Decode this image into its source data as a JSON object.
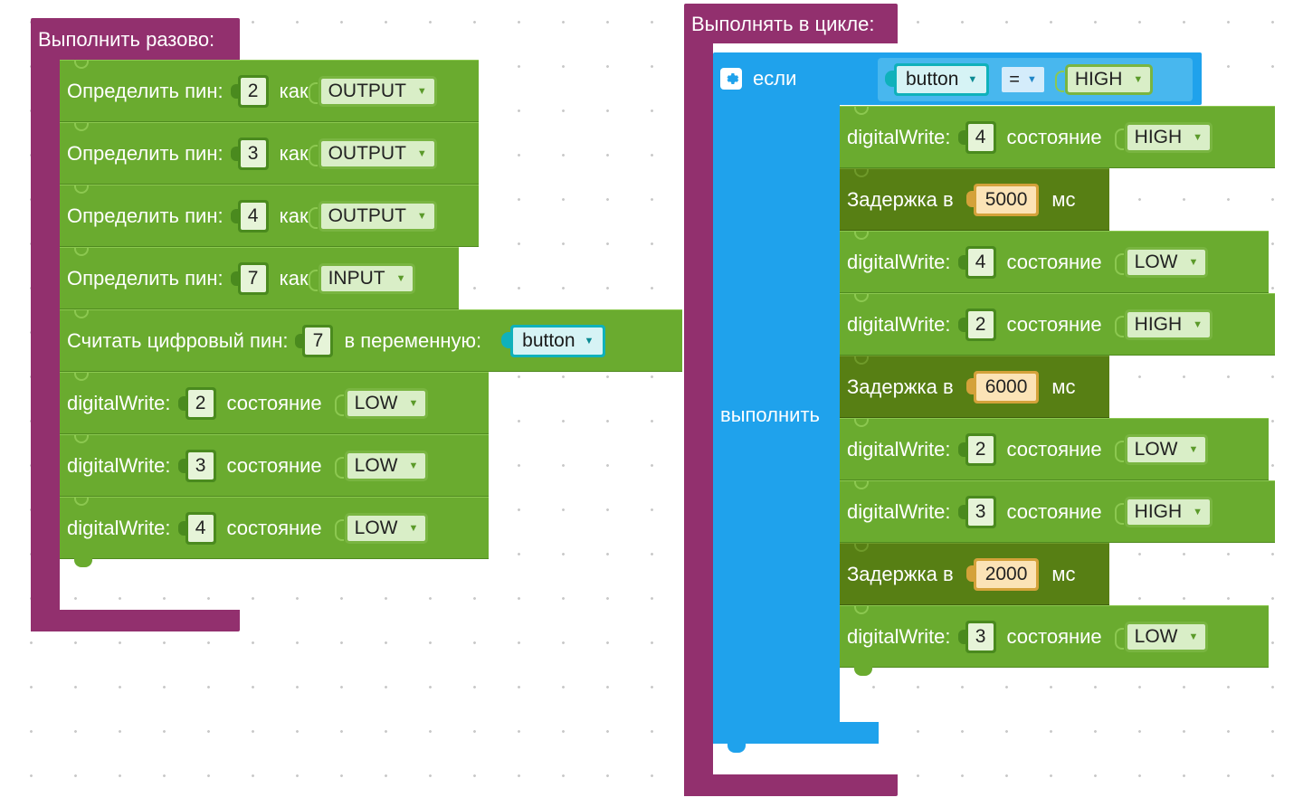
{
  "setup_block": {
    "title": "Выполнить разово:",
    "rows": [
      {
        "type": "pin",
        "label": "Определить пин:",
        "pin": "2",
        "conj": "как",
        "mode": "OUTPUT"
      },
      {
        "type": "pin",
        "label": "Определить пин:",
        "pin": "3",
        "conj": "как",
        "mode": "OUTPUT"
      },
      {
        "type": "pin",
        "label": "Определить пин:",
        "pin": "4",
        "conj": "как",
        "mode": "OUTPUT"
      },
      {
        "type": "pin",
        "label": "Определить пин:",
        "pin": "7",
        "conj": "как",
        "mode": "INPUT"
      },
      {
        "type": "read",
        "label": "Считать цифровый пин:",
        "pin": "7",
        "conj": "в переменную:",
        "variable": "button"
      },
      {
        "type": "write",
        "label": "digitalWrite:",
        "pin": "2",
        "conj": "состояние",
        "state": "LOW"
      },
      {
        "type": "write",
        "label": "digitalWrite:",
        "pin": "3",
        "conj": "состояние",
        "state": "LOW"
      },
      {
        "type": "write",
        "label": "digitalWrite:",
        "pin": "4",
        "conj": "состояние",
        "state": "LOW"
      }
    ]
  },
  "loop_block": {
    "title": "Выполнять в цикле:",
    "if_block": {
      "if_label": "если",
      "do_label": "выполнить",
      "condition": {
        "variable": "button",
        "operator": "=",
        "value": "HIGH"
      },
      "gear_icon": "gear-icon"
    },
    "rows": [
      {
        "type": "write",
        "label": "digitalWrite:",
        "pin": "4",
        "conj": "состояние",
        "state": "HIGH"
      },
      {
        "type": "delay",
        "label": "Задержка в",
        "value": "5000",
        "unit": "мс"
      },
      {
        "type": "write",
        "label": "digitalWrite:",
        "pin": "4",
        "conj": "состояние",
        "state": "LOW"
      },
      {
        "type": "write",
        "label": "digitalWrite:",
        "pin": "2",
        "conj": "состояние",
        "state": "HIGH"
      },
      {
        "type": "delay",
        "label": "Задержка в",
        "value": "6000",
        "unit": "мс"
      },
      {
        "type": "write",
        "label": "digitalWrite:",
        "pin": "2",
        "conj": "состояние",
        "state": "LOW"
      },
      {
        "type": "write",
        "label": "digitalWrite:",
        "pin": "3",
        "conj": "состояние",
        "state": "HIGH"
      },
      {
        "type": "delay",
        "label": "Задержка в",
        "value": "2000",
        "unit": "мс"
      },
      {
        "type": "write",
        "label": "digitalWrite:",
        "pin": "3",
        "conj": "состояние",
        "state": "LOW"
      }
    ]
  },
  "colors": {
    "hat": "#92306e",
    "statement": "#6aab2f",
    "delay": "#577f14",
    "logic": "#1fa2ec",
    "variable": "#0fb1bb",
    "number": "#d4a23a"
  }
}
